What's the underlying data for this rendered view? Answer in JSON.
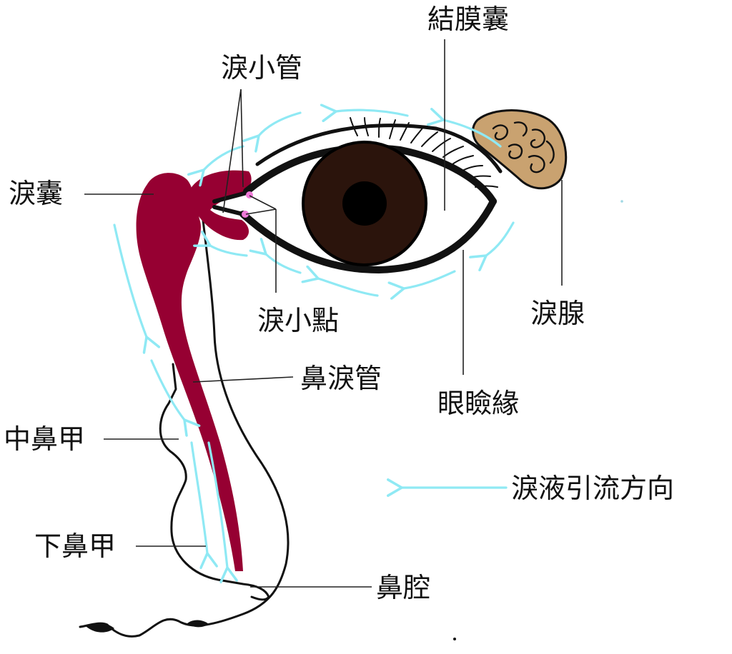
{
  "labels": {
    "conjunctival_sac": "結膜囊",
    "canaliculus": "淚小管",
    "lacrimal_sac": "淚囊",
    "lacrimal_gland": "淚腺",
    "punctum": "淚小點",
    "nasolacrimal_duct": "鼻淚管",
    "eyelid_margin": "眼瞼緣",
    "middle_turbinate": "中鼻甲",
    "tear_flow_direction": "淚液引流方向",
    "inferior_turbinate": "下鼻甲",
    "nasal_cavity": "鼻腔"
  },
  "colors": {
    "flow_arrow": "#8fe9f4",
    "duct": "#960032",
    "iris": "#2b140c",
    "pupil": "#000000",
    "gland": "#c9a270",
    "punctum_dot": "#f07ad8"
  }
}
